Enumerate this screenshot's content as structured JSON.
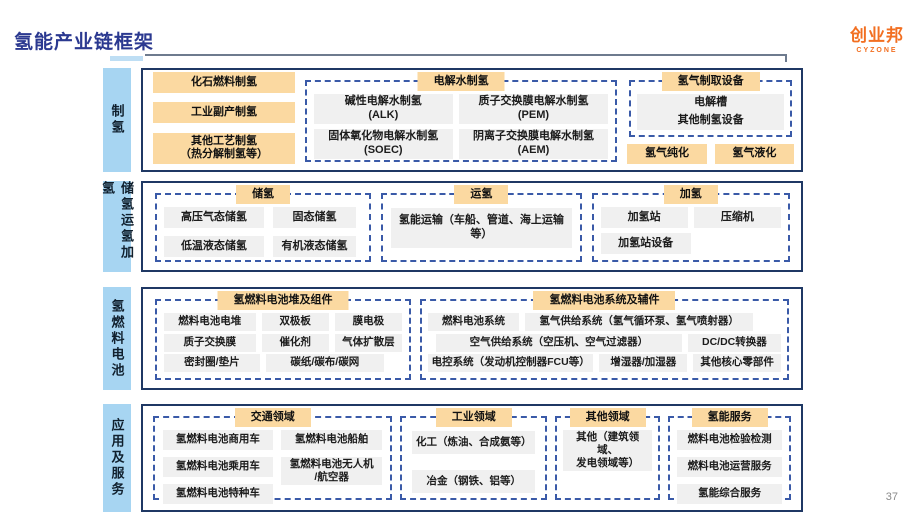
{
  "header": {
    "title": "氢能产业链框架",
    "logo": {
      "name": "创业邦",
      "tagline": "CYZONE"
    }
  },
  "footer": {
    "page_number": "37"
  },
  "palette": {
    "title_blue": "#2b3990",
    "label_blue": "#a7d5f2",
    "header_orange": "#fbd9a1",
    "item_gray": "#f0f0f0",
    "outer_border_navy": "#1f3864",
    "dashed_border_blue": "#3a5aa8",
    "logo_orange": "#f26f21"
  },
  "rows": [
    {
      "label": "制氢",
      "boxes": [
        {
          "id": "produce",
          "blocks": [
            {
              "kind": "stack",
              "id": "fossil",
              "items": [
                "化石燃料制氢",
                "工业副产制氢",
                "其他工艺制氢\n（热分解制氢等）"
              ]
            },
            {
              "kind": "group",
              "id": "electrolysis",
              "title": "电解水制氢",
              "layout": "grid",
              "items": [
                "碱性电解水制氢\n(ALK)",
                "质子交换膜电解水制氢\n(PEM)",
                "固体氧化物电解水制氢\n(SOEC)",
                "阴离子交换膜电解水制氢\n(AEM)"
              ]
            },
            {
              "kind": "column",
              "id": "equip-zone",
              "blocks": [
                {
                  "kind": "group",
                  "id": "equip",
                  "title": "氢气制取设备",
                  "layout": "list",
                  "items": [
                    "电解槽",
                    "其他制氢设备"
                  ]
                },
                {
                  "kind": "orange-row",
                  "id": "purify",
                  "items": [
                    "氢气纯化",
                    "氢气液化"
                  ]
                }
              ]
            }
          ]
        }
      ]
    },
    {
      "label": "储氢运氢加氢",
      "boxes": [
        {
          "id": "storage",
          "blocks": [
            {
              "kind": "group",
              "id": "storage",
              "title": "储氢",
              "layout": "grid",
              "items": [
                "高压气态储氢",
                "固态储氢",
                "低温液态储氢",
                "有机液态储氢"
              ]
            },
            {
              "kind": "group",
              "id": "transport",
              "title": "运氢",
              "layout": "list",
              "items": [
                "氢能运输（车船、管道、海上运输等）"
              ]
            },
            {
              "kind": "group",
              "id": "refuel",
              "title": "加氢",
              "layout": "rows",
              "rows": [
                [
                  "加氢站",
                  "压缩机"
                ],
                [
                  "加氢站设备"
                ]
              ]
            }
          ]
        }
      ]
    },
    {
      "label": "氢燃料电池",
      "boxes": [
        {
          "id": "fuelcell",
          "blocks": [
            {
              "kind": "group",
              "id": "stack-parts",
              "title": "氢燃料电池堆及组件",
              "layout": "rows",
              "rows": [
                [
                  "燃料电池电堆",
                  "双极板",
                  "膜电极"
                ],
                [
                  "质子交换膜",
                  "催化剂",
                  "气体扩散层"
                ],
                [
                  "密封圈/垫片",
                  "碳纸/碳布/碳网"
                ]
              ]
            },
            {
              "kind": "group",
              "id": "sys-aux",
              "title": "氢燃料电池系统及辅件",
              "layout": "rows",
              "rows": [
                [
                  "燃料电池系统",
                  "氢气供给系统（氢气循环泵、氢气喷射器）"
                ],
                [
                  "空气供给系统（空压机、空气过滤器）",
                  "DC/DC转换器"
                ],
                [
                  "电控系统（发动机控制器FCU等）",
                  "增湿器/加湿器",
                  "其他核心零部件"
                ]
              ]
            }
          ]
        }
      ]
    },
    {
      "label": "应用及服务",
      "boxes": [
        {
          "id": "apps",
          "blocks": [
            {
              "kind": "group",
              "id": "traffic",
              "title": "交通领域",
              "layout": "cols",
              "cols": [
                [
                  "氢燃料电池商用车",
                  "氢燃料电池乘用车",
                  "氢燃料电池特种车"
                ],
                [
                  "氢燃料电池船舶",
                  "氢燃料电池无人机\n/航空器"
                ]
              ]
            },
            {
              "kind": "group",
              "id": "industry",
              "title": "工业领域",
              "layout": "list",
              "items": [
                "化工（炼油、合成氨等）",
                "冶金（钢铁、铝等）"
              ]
            },
            {
              "kind": "group",
              "id": "other-field",
              "title": "其他领域",
              "layout": "list",
              "items": [
                "其他（建筑领域、\n发电领域等）"
              ]
            },
            {
              "kind": "group",
              "id": "service",
              "title": "氢能服务",
              "layout": "list",
              "items": [
                "燃料电池检验检测",
                "燃料电池运营服务",
                "氢能综合服务"
              ]
            }
          ]
        }
      ]
    }
  ]
}
